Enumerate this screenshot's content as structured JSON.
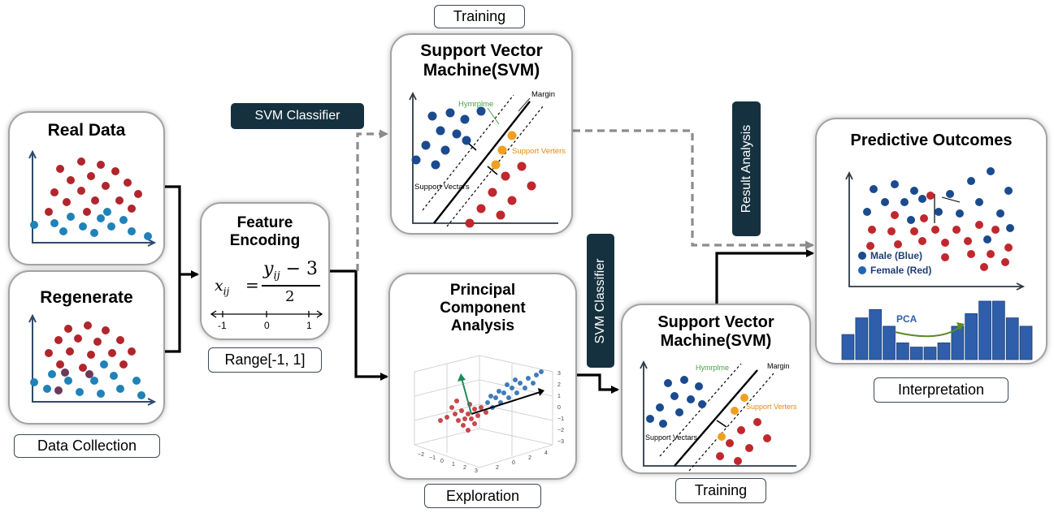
{
  "cards": {
    "real_data": "Real Data",
    "regenerate": "Regenerate",
    "feature_encoding": "Feature Encoding",
    "svm_top": "Support Vector Machine(SVM)",
    "pca": "Principal Component Analysis",
    "svm_bottom": "Support Vector Machine(SVM)",
    "predictive": "Predictive Outcomes"
  },
  "captions": {
    "data_collection": "Data Collection",
    "range": "Range[-1, 1]",
    "training_top": "Training",
    "exploration": "Exploration",
    "training_bottom": "Training",
    "interpretation": "Interpretation"
  },
  "labels": {
    "svm_classifier_h": "SVM Classifier",
    "svm_classifier_v": "SVM Classifier",
    "result_analysis": "Result Analysis"
  },
  "formula": {
    "lhs": "x",
    "lhs_sub": "ij",
    "equals": "=",
    "numerator": "y",
    "numerator_sub": "ij",
    "numerator_rest": " − 3",
    "denominator": "2",
    "ticks": [
      "-1",
      "0",
      "1"
    ]
  },
  "svm_figure": {
    "hyperplane": "Hymrplme",
    "margin": "Margin",
    "support_verters": "Support Verters",
    "support_vectars": "Support Vectars"
  },
  "pca_axis": {
    "x_ticks": [
      "−2",
      "−1",
      "0",
      "1",
      "2",
      "3"
    ],
    "y_ticks": [
      "2",
      "0",
      "2",
      "4"
    ],
    "z_ticks": [
      "3",
      "2",
      "1",
      "0",
      "−1",
      "−2",
      "−3"
    ]
  },
  "predictive_figure": {
    "legend_male": "Male (Blue)",
    "legend_female": "Female (Red)",
    "pca_label": "PCA",
    "histogram_values": [
      3,
      5,
      6,
      4,
      2,
      1.5,
      1.5,
      2,
      4,
      5.5,
      7,
      7,
      5,
      4
    ]
  },
  "colors": {
    "red_dot": "#b0262c",
    "blue_dot": "#1f82b8",
    "navy_dot": "#1b4a8e",
    "orange_dot": "#f0a020",
    "dark_label": "#15313f",
    "hist_bar": "#2f5faa",
    "hyperplane_green": "#4aa04a"
  }
}
